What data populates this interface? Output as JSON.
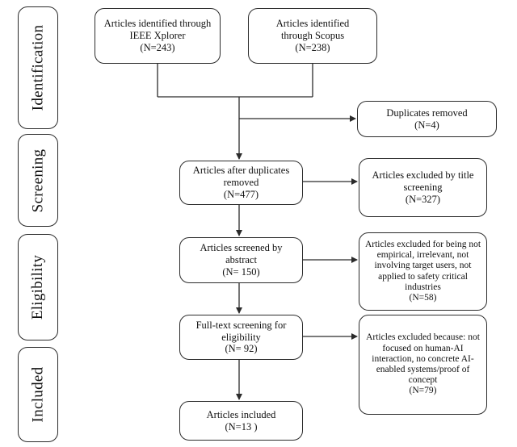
{
  "phases": {
    "identification": "Identification",
    "screening": "Screening",
    "eligibility": "Eligibility",
    "included": "Included"
  },
  "boxes": {
    "ieee": {
      "text": "Articles identified through IEEE Xplorer",
      "count": "(N=243)"
    },
    "scopus": {
      "text": "Articles identified through Scopus",
      "count": "(N=238)"
    },
    "duplicates_removed": {
      "text": "Duplicates removed",
      "count": "(N=4)"
    },
    "after_duplicates": {
      "text": "Articles after duplicates removed",
      "count": "(N=477)"
    },
    "excluded_title": {
      "text": "Articles excluded by title screening",
      "count": "(N=327)"
    },
    "screened_abstract": {
      "text": "Articles screened by abstract",
      "count": "(N= 150)"
    },
    "excluded_abstract": {
      "text": "Articles excluded for being not empirical, irrelevant, not involving target users, not applied to safety critical industries",
      "count": "(N=58)"
    },
    "fulltext": {
      "text": "Full-text screening for eligibility",
      "count": "(N= 92)"
    },
    "excluded_fulltext": {
      "text": "Articles excluded because: not focused on human-AI interaction, no concrete AI-enabled systems/proof of concept",
      "count": "(N=79)"
    },
    "included": {
      "text": "Articles included",
      "count": "(N=13 )"
    }
  },
  "colors": {
    "stroke": "#2b2b2b",
    "text": "#111111",
    "background": "#ffffff"
  }
}
